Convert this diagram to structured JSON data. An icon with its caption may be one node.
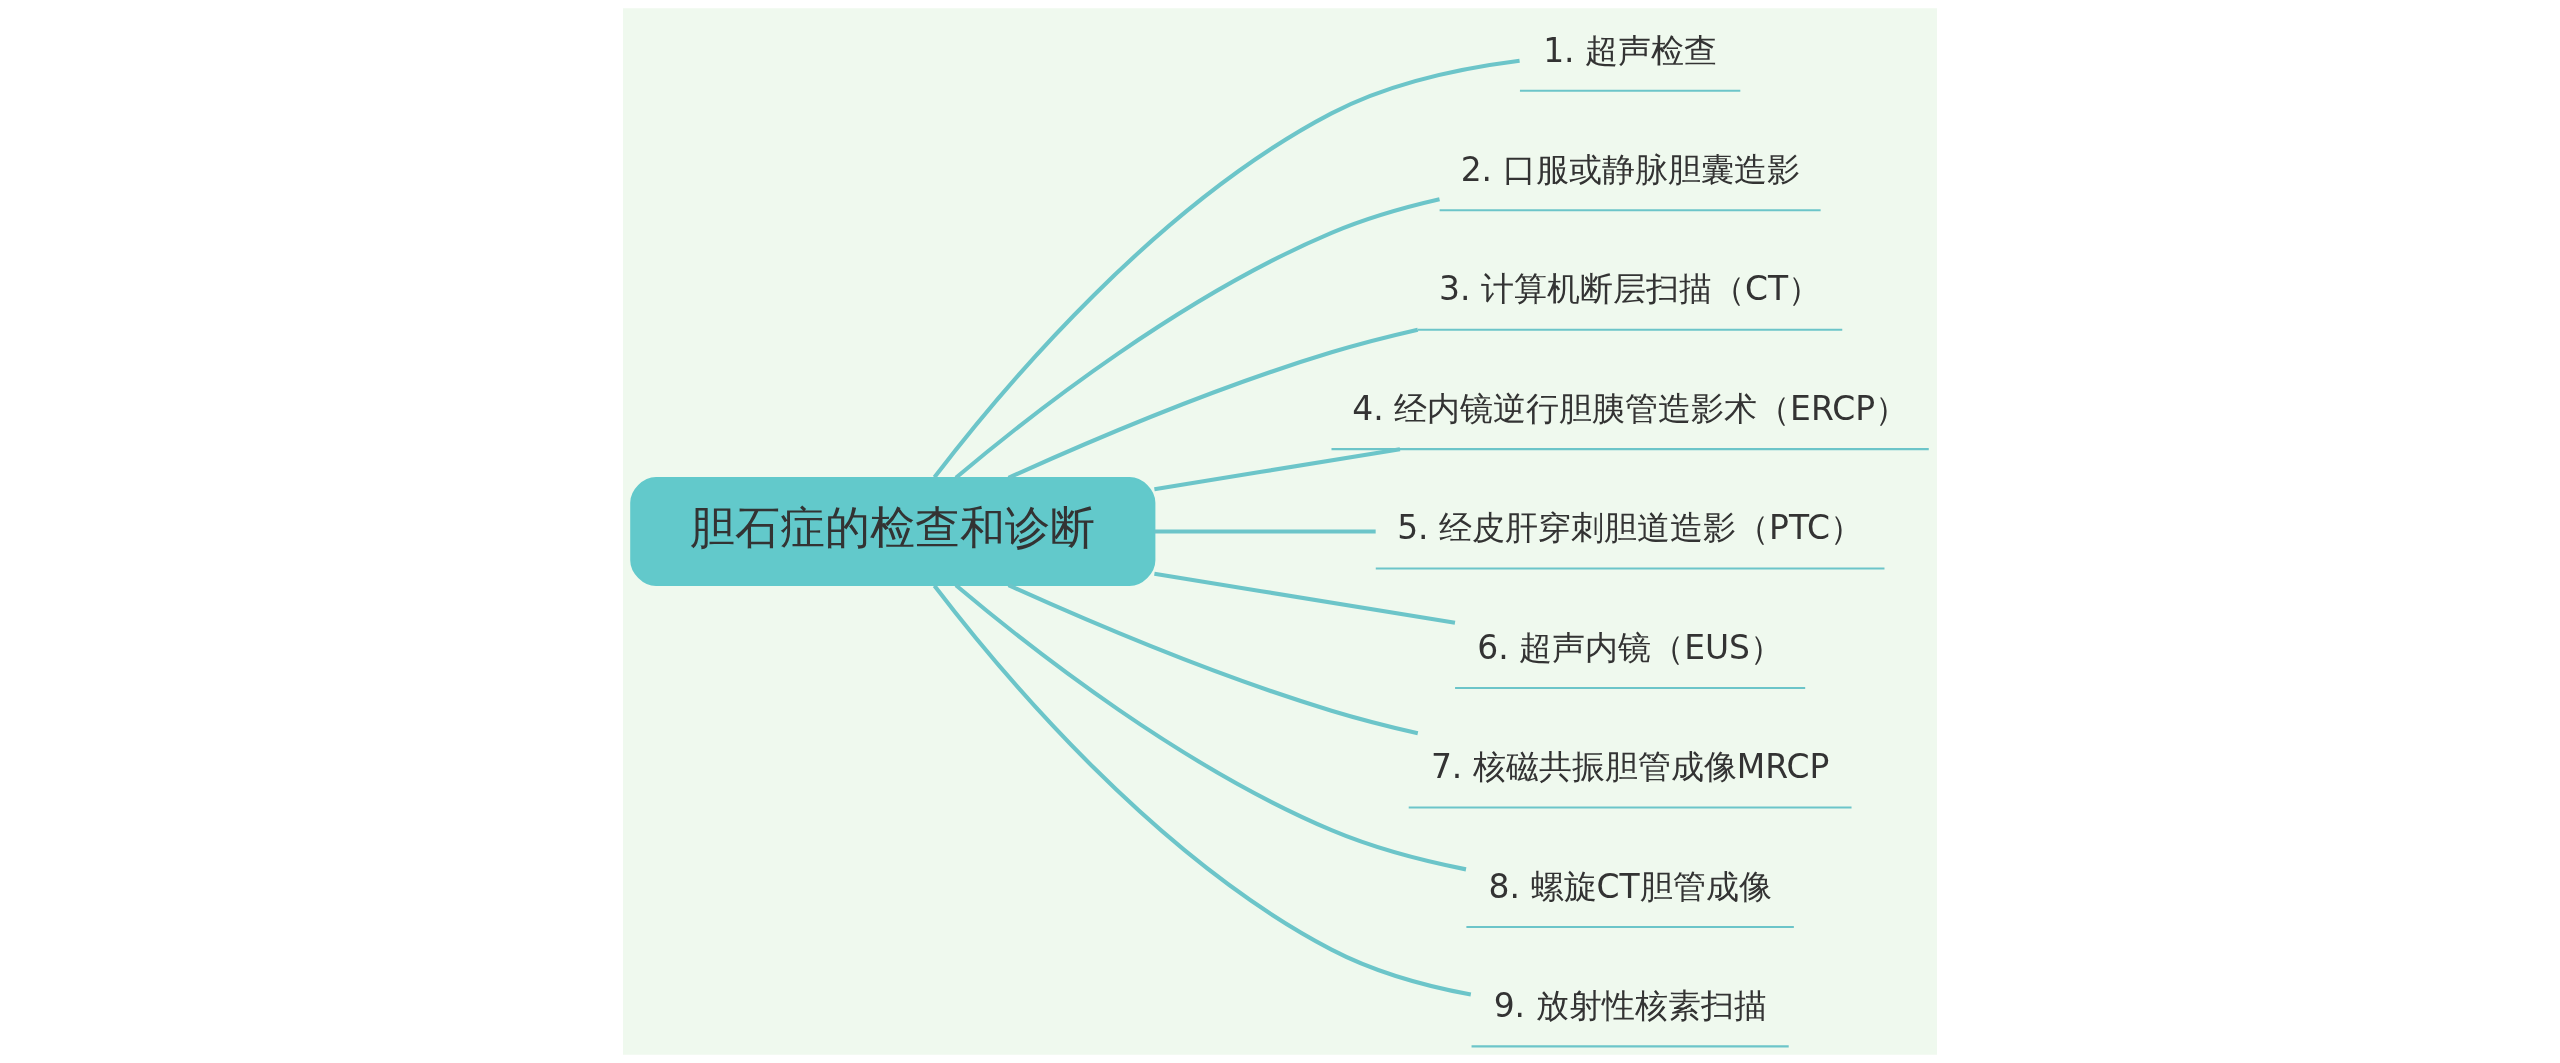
{
  "diagram": {
    "nodes": [
      {
        "text": [
          "胆石症的检查和诊断"
        ]
      },
      {
        "text": [
          "1. 超声检查"
        ]
      },
      {
        "text": [
          "2. 口服或静脉胆囊造影"
        ]
      },
      {
        "text": [
          "3. 计算机断层扫描（CT）"
        ]
      },
      {
        "text": [
          "4. 经内镜逆行胆胰管造影术（ERCP）"
        ]
      },
      {
        "text": [
          "5. 经皮肝穿刺胆道造影（PTC）"
        ]
      },
      {
        "text": [
          "6. 超声内镜（EUS）"
        ]
      },
      {
        "text": [
          "7. 核磁共振胆管成像MRCP"
        ]
      },
      {
        "text": [
          "8. 螺旋CT胆管成像"
        ]
      },
      {
        "text": [
          "9. 放射性核素扫描"
        ]
      }
    ],
    "edges": [
      {
        "from": 0,
        "to": 1,
        "arrow": "none"
      },
      {
        "from": 0,
        "to": 2,
        "arrow": "none"
      },
      {
        "from": 0,
        "to": 3,
        "arrow": "none"
      },
      {
        "from": 0,
        "to": 4,
        "arrow": "none"
      },
      {
        "from": 0,
        "to": 5,
        "arrow": "none"
      },
      {
        "from": 0,
        "to": 6,
        "arrow": "none"
      },
      {
        "from": 0,
        "to": 7,
        "arrow": "none"
      },
      {
        "from": 0,
        "to": 8,
        "arrow": "none"
      },
      {
        "from": 0,
        "to": 9,
        "arrow": "none"
      }
    ]
  }
}
